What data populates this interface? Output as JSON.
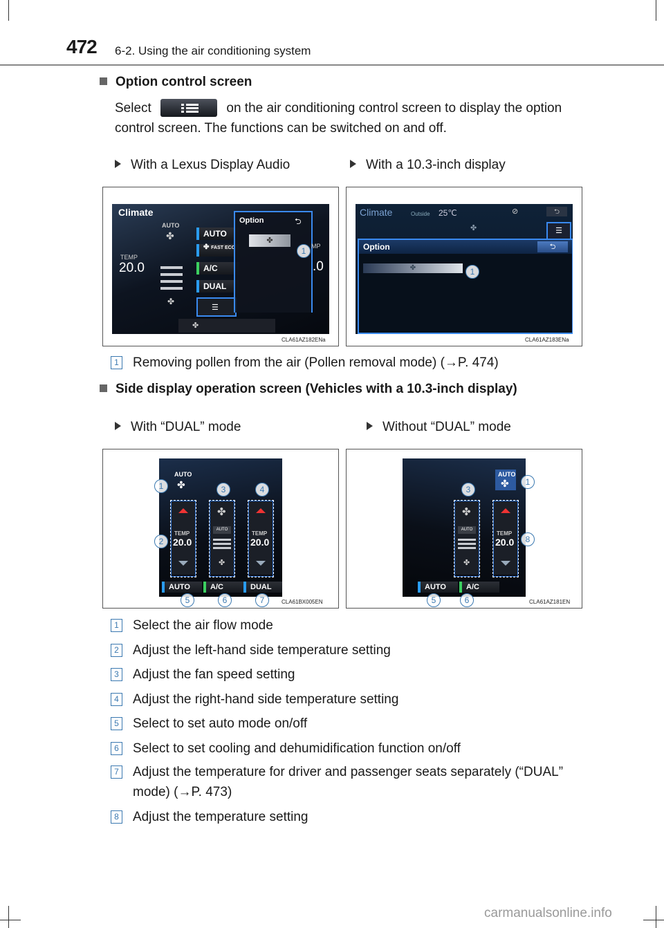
{
  "header": {
    "page_number": "472",
    "section": "6-2. Using the air conditioning system"
  },
  "option_section": {
    "heading": "Option control screen",
    "text_before": "Select",
    "text_after": "on the air conditioning control screen to display the option",
    "text_line2": "control screen. The functions can be switched on and off.",
    "sub_left": "With a Lexus Display Audio",
    "sub_right": "With a 10.3-inch display",
    "fig_left_code": "CLA61AZ182ENa",
    "fig_right_code": "CLA61AZ183ENa",
    "legend": [
      {
        "n": "1",
        "text": "Removing pollen from the air (Pollen removal mode) (→P. 474)"
      }
    ]
  },
  "screen_lda": {
    "title": "Climate",
    "auto": "AUTO",
    "temp_label": "TEMP",
    "temp_value": "20.0",
    "btn_auto": "AUTO",
    "btn_fast": "FAST ECO",
    "btn_ac": "A/C",
    "btn_dual": "DUAL",
    "option": "Option",
    "right_partial": "MP",
    "right_partial_val": ".0"
  },
  "screen_103": {
    "title": "Climate",
    "outside": "Outside",
    "outside_temp": "25℃",
    "option": "Option"
  },
  "side_section": {
    "heading": "Side display operation screen (Vehicles with a 10.3-inch display)",
    "sub_left": "With “DUAL” mode",
    "sub_right": "Without “DUAL” mode",
    "fig_left_code": "CLA61BX005EN",
    "fig_right_code": "CLA61AZ181EN",
    "auto": "AUTO",
    "temp_label": "TEMP",
    "temp_value": "20.0",
    "fan_auto": "AUTO",
    "btn_auto": "AUTO",
    "btn_ac": "A/C",
    "btn_dual": "DUAL"
  },
  "legend": [
    {
      "n": "1",
      "text": "Select the air flow mode"
    },
    {
      "n": "2",
      "text": "Adjust the left-hand side temperature setting"
    },
    {
      "n": "3",
      "text": "Adjust the fan speed setting"
    },
    {
      "n": "4",
      "text": "Adjust the right-hand side temperature setting"
    },
    {
      "n": "5",
      "text": "Select to set auto mode on/off"
    },
    {
      "n": "6",
      "text": "Select to set cooling and dehumidification function on/off"
    },
    {
      "n": "7",
      "text": "Adjust the temperature for driver and passenger seats separately (“DUAL”",
      "text2": "mode) (→P. 473)"
    },
    {
      "n": "8",
      "text": "Adjust the temperature setting"
    }
  ],
  "footer": {
    "watermark": "carmanualsonline.info"
  }
}
